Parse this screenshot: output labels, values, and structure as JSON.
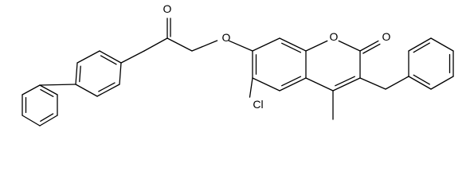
{
  "atom_labels": {
    "ketone_oxygen": "O",
    "ether_oxygen": "O",
    "ring_oxygen": "O",
    "lactone_carbonyl_oxygen": "O",
    "chlorine": "Cl"
  },
  "colors": {
    "bond": "#000000",
    "label": "#000000",
    "background": "#ffffff"
  }
}
